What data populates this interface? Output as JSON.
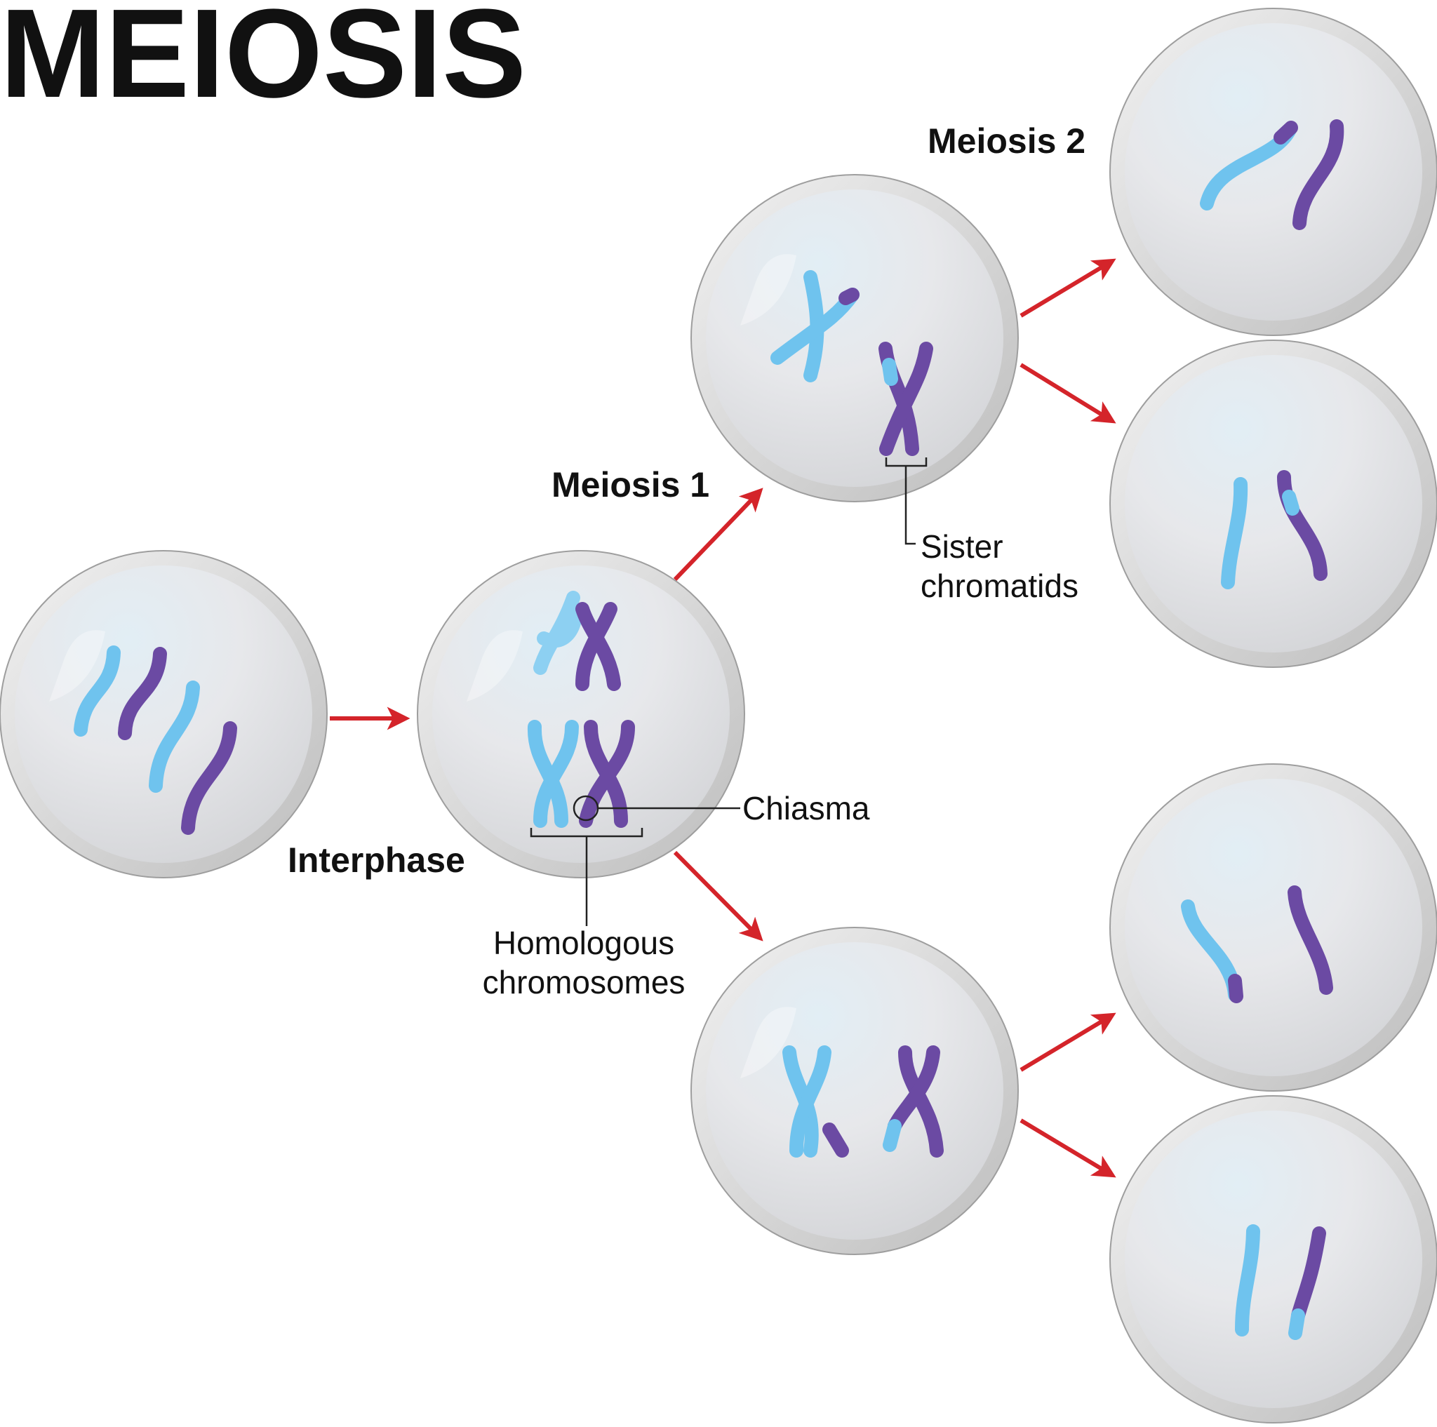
{
  "title": "MEIOSIS",
  "stages": {
    "interphase": "Interphase",
    "meiosis1": "Meiosis 1",
    "meiosis2": "Meiosis 2"
  },
  "annotations": {
    "chiasma": "Chiasma",
    "homologous_line1": "Homologous",
    "homologous_line2": "chromosomes",
    "sister_line1": "Sister",
    "sister_line2": "chromatids"
  },
  "colors": {
    "light_chromosome": "#6fc3ee",
    "dark_chromosome": "#6b4aa3",
    "arrow": "#d4242a",
    "cell_rim": "#c6c6c6",
    "cell_fill": "#e6e6e8"
  }
}
